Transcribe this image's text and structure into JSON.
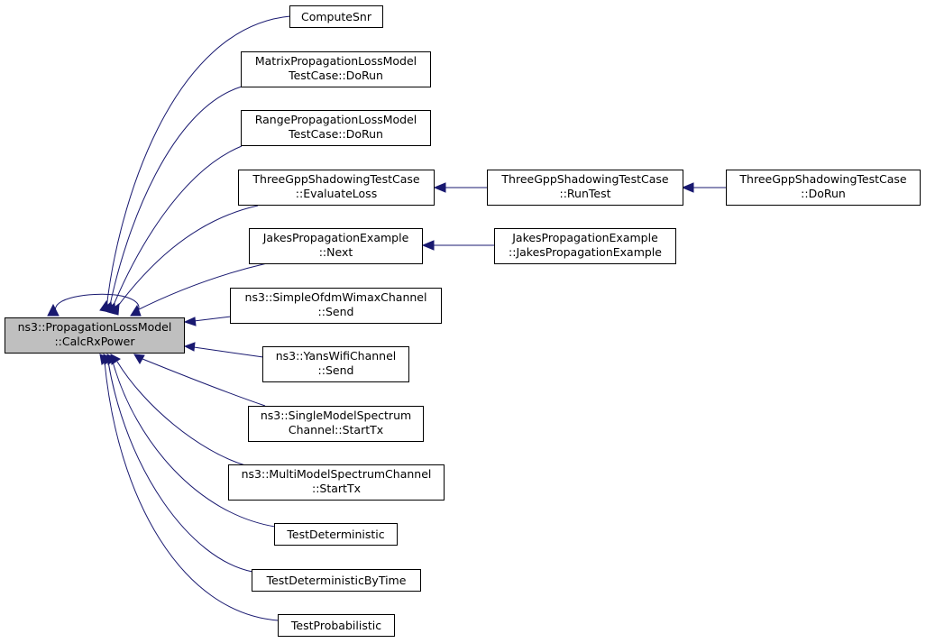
{
  "root": {
    "line1": "ns3::PropagationLossModel",
    "line2": "::CalcRxPower"
  },
  "callers": [
    {
      "line1": "ComputeSnr",
      "line2": ""
    },
    {
      "line1": "MatrixPropagationLossModel",
      "line2": "TestCase::DoRun"
    },
    {
      "line1": "RangePropagationLossModel",
      "line2": "TestCase::DoRun"
    },
    {
      "line1": "ThreeGppShadowingTestCase",
      "line2": "::EvaluateLoss"
    },
    {
      "line1": "JakesPropagationExample",
      "line2": "::Next"
    },
    {
      "line1": "ns3::SimpleOfdmWimaxChannel",
      "line2": "::Send"
    },
    {
      "line1": "ns3::YansWifiChannel",
      "line2": "::Send"
    },
    {
      "line1": "ns3::SingleModelSpectrum",
      "line2": "Channel::StartTx"
    },
    {
      "line1": "ns3::MultiModelSpectrumChannel",
      "line2": "::StartTx"
    },
    {
      "line1": "TestDeterministic",
      "line2": ""
    },
    {
      "line1": "TestDeterministicByTime",
      "line2": ""
    },
    {
      "line1": "TestProbabilistic",
      "line2": ""
    }
  ],
  "second_level": [
    {
      "line1": "ThreeGppShadowingTestCase",
      "line2": "::RunTest"
    },
    {
      "line1": "JakesPropagationExample",
      "line2": "::JakesPropagationExample"
    }
  ],
  "third_level": [
    {
      "line1": "ThreeGppShadowingTestCase",
      "line2": "::DoRun"
    }
  ]
}
